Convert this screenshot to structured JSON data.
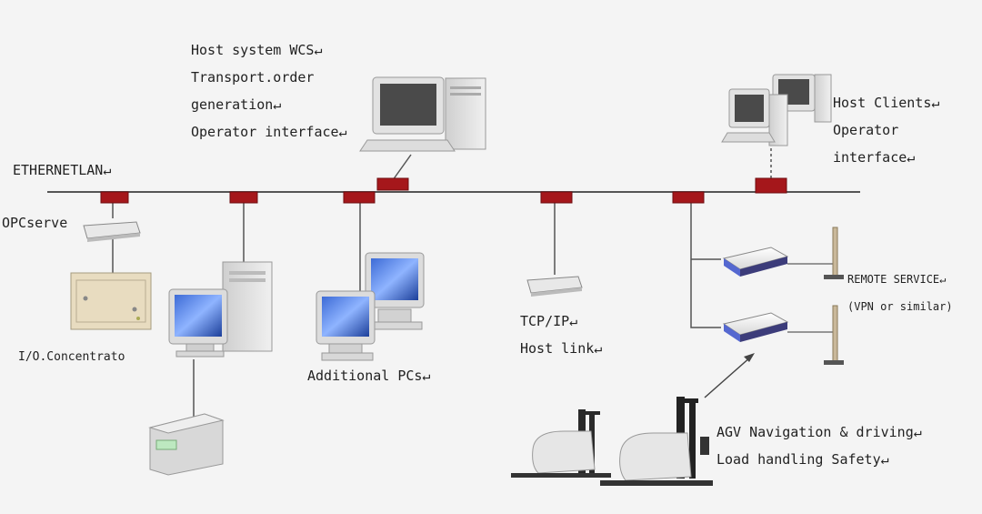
{
  "colors": {
    "background": "#f4f4f4",
    "bus_line": "#555555",
    "node": "#a5171b",
    "text": "#222222"
  },
  "icons": [
    "desktop-computer-icon",
    "router-icon",
    "io-concentrator-box-icon",
    "ups-icon",
    "vpn-modem-icon",
    "antenna-icon",
    "agv-forklift-icon"
  ],
  "labels": {
    "host_wcs": [
      "Host system WCS↵",
      "Transport.order",
      "generation↵",
      "Operator interface↵"
    ],
    "ethernet": "ETHERNETLAN↵",
    "opc": "OPCserve",
    "io": "I/O.Concentrato",
    "additional_pcs": "Additional PCs↵",
    "tcpip": [
      "TCP/IP↵",
      "Host link↵"
    ],
    "host_clients": [
      "Host Clients↵",
      "Operator",
      "interface↵"
    ],
    "remote": [
      "REMOTE SERVICE↵",
      "(VPN or similar)"
    ],
    "agv": [
      "AGV Navigation & driving↵",
      "Load handling Safety↵"
    ]
  }
}
